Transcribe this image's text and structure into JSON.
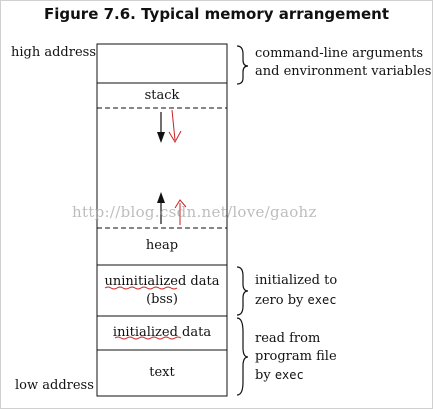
{
  "title": "Figure 7.6. Typical memory arrangement",
  "labels": {
    "high_address": "high address",
    "low_address": "low address"
  },
  "segments": {
    "stack": "stack",
    "heap": "heap",
    "bss_line1": "uninitialized data",
    "bss_line2": "(bss)",
    "initialized": "initialized data",
    "text": "text"
  },
  "annotations": {
    "args_line1": "command-line arguments",
    "args_line2": "and environment variables",
    "bss_note_line1": "initialized to",
    "bss_note_line2_prefix": "zero by ",
    "bss_note_exec": "exec",
    "init_note_line1": "read from",
    "init_note_line2": "program file",
    "init_note_line3_prefix": "by ",
    "init_note_exec": "exec"
  },
  "watermark": "http://blog.csdn.net/love/gaohz",
  "colors": {
    "border": "#111111",
    "red_mark": "#cc2222",
    "watermark": "#9a9a9a"
  }
}
